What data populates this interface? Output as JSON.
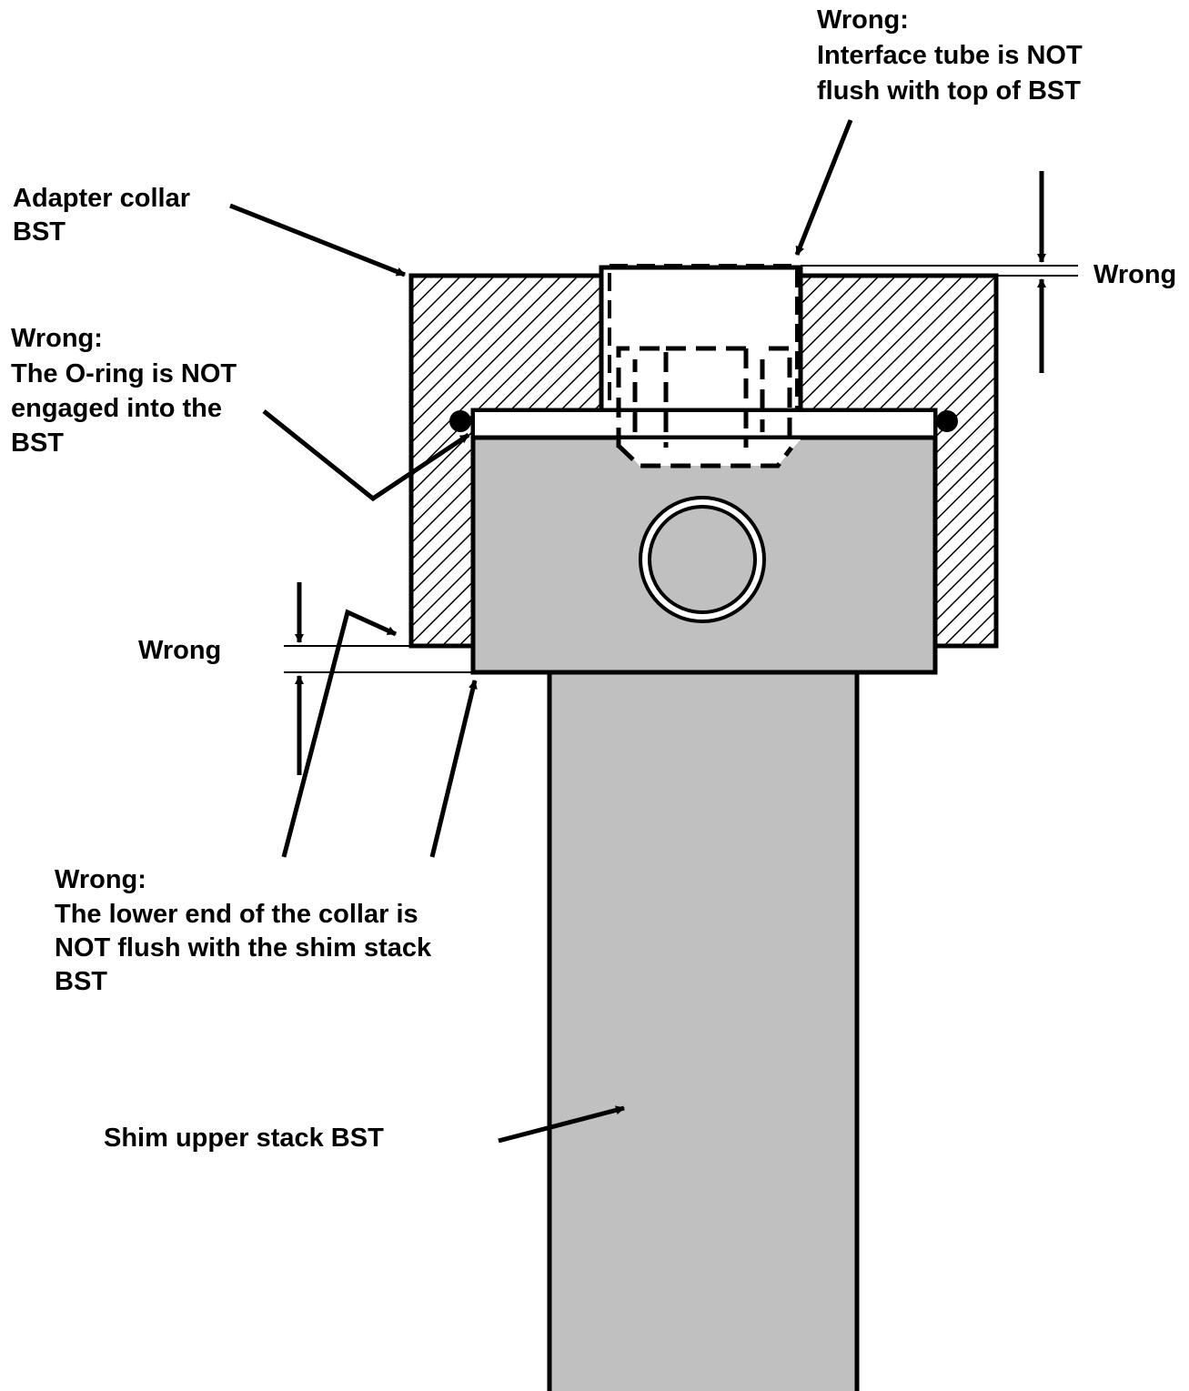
{
  "labels": {
    "top_wrong_heading": "Wrong:",
    "top_wrong_line1": "Interface tube is NOT",
    "top_wrong_line2": "flush with top of BST",
    "adapter_line1": "Adapter collar",
    "adapter_line2": "BST",
    "right_gap": "Wrong",
    "oring_heading": "Wrong:",
    "oring_line1": "The O-ring is NOT",
    "oring_line2": "engaged into the",
    "oring_line3": "BST",
    "left_gap": "Wrong",
    "bottom_heading": "Wrong:",
    "bottom_line1": "The lower end of the collar is",
    "bottom_line2": "NOT flush with the shim stack",
    "bottom_line3": "BST",
    "shim": "Shim upper stack BST"
  },
  "colors": {
    "stroke": "#000000",
    "gray_fill": "#c0c0c0",
    "background": "#ffffff"
  }
}
